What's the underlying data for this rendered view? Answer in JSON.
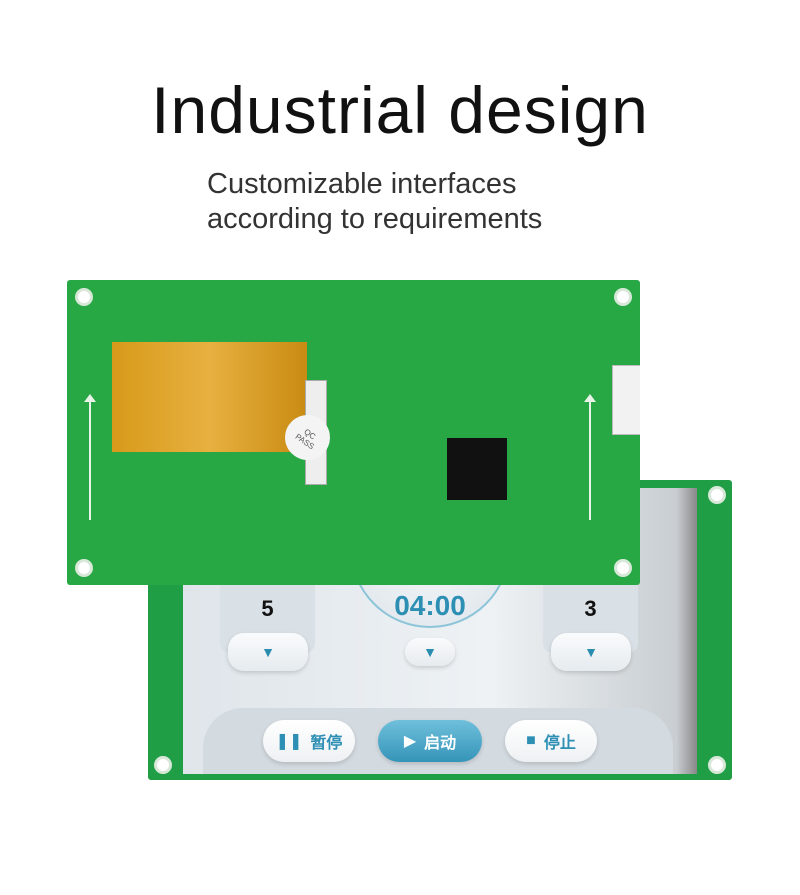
{
  "header": {
    "title": "Industrial design",
    "subtitle_line1": "Customizable interfaces",
    "subtitle_line2": "according to requirements"
  },
  "screen_ui": {
    "left_value": "5",
    "time": "04:00",
    "right_value": "3",
    "down_icon": "▼",
    "buttons": [
      {
        "icon": "pause-icon",
        "glyph": "❚❚",
        "label": "暂停"
      },
      {
        "icon": "play-icon",
        "glyph": "▶",
        "label": "启动"
      },
      {
        "icon": "stop-icon",
        "glyph": "■",
        "label": "停止"
      }
    ],
    "accent": "#2d8fb4"
  },
  "pcb": {
    "sticker_line1": "QC",
    "sticker_line2": "PASS"
  }
}
